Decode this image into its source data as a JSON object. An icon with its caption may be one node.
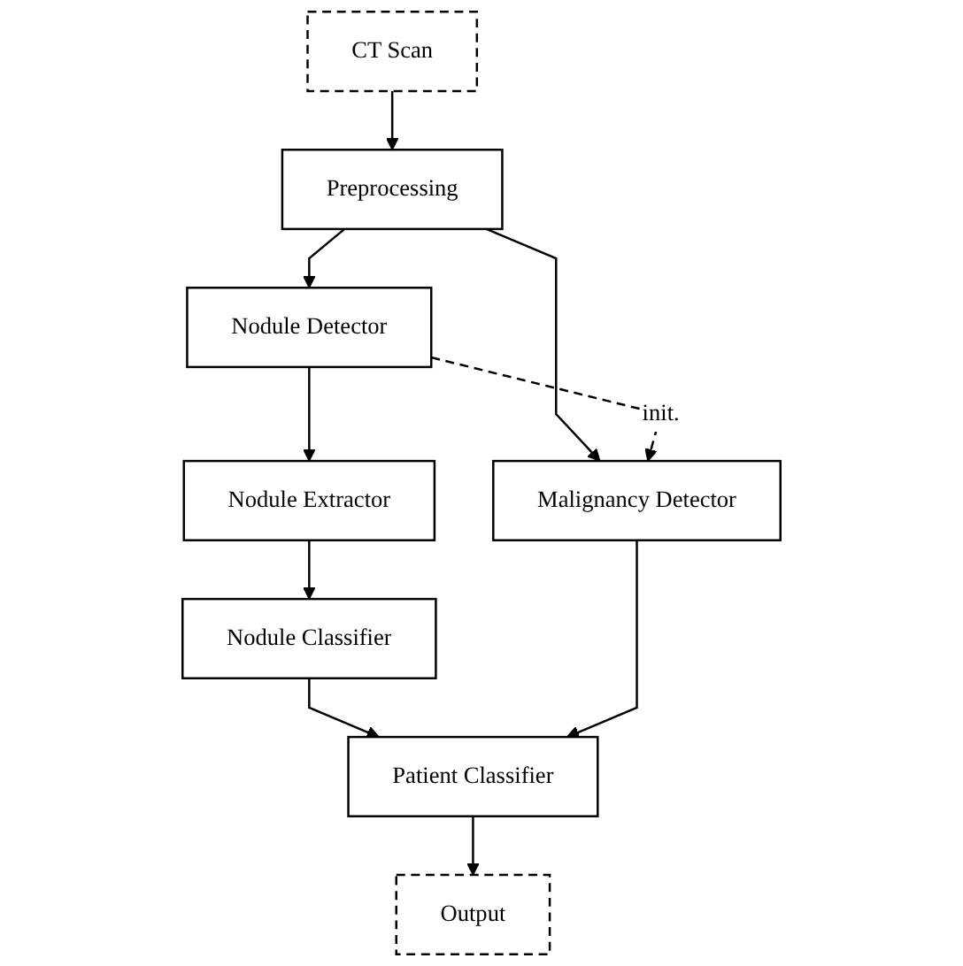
{
  "diagram": {
    "nodes": [
      {
        "text": [
          "CT Scan"
        ]
      },
      {
        "text": [
          "Preprocessing"
        ]
      },
      {
        "text": [
          "Nodule Detector"
        ]
      },
      {
        "text": [
          "Malignancy Detector"
        ]
      },
      {
        "text": [
          "Nodule Extractor"
        ]
      },
      {
        "text": [
          "Nodule Classifier"
        ]
      },
      {
        "text": [
          "Patient Classifier"
        ]
      },
      {
        "text": [
          "Output"
        ]
      }
    ],
    "edges": [
      {
        "from": 0,
        "to": 1,
        "arrow": "to"
      },
      {
        "from": 1,
        "to": 2,
        "arrow": "to"
      },
      {
        "from": 1,
        "to": 3,
        "arrow": "to"
      },
      {
        "from": 2,
        "to": 3,
        "arrow": "to",
        "label": "init.",
        "style": "dashed"
      },
      {
        "from": 2,
        "to": 4,
        "arrow": "to"
      },
      {
        "from": 4,
        "to": 5,
        "arrow": "to"
      },
      {
        "from": 5,
        "to": 6,
        "arrow": "to"
      },
      {
        "from": 3,
        "to": 6,
        "arrow": "to"
      },
      {
        "from": 6,
        "to": 7,
        "arrow": "to"
      }
    ]
  }
}
